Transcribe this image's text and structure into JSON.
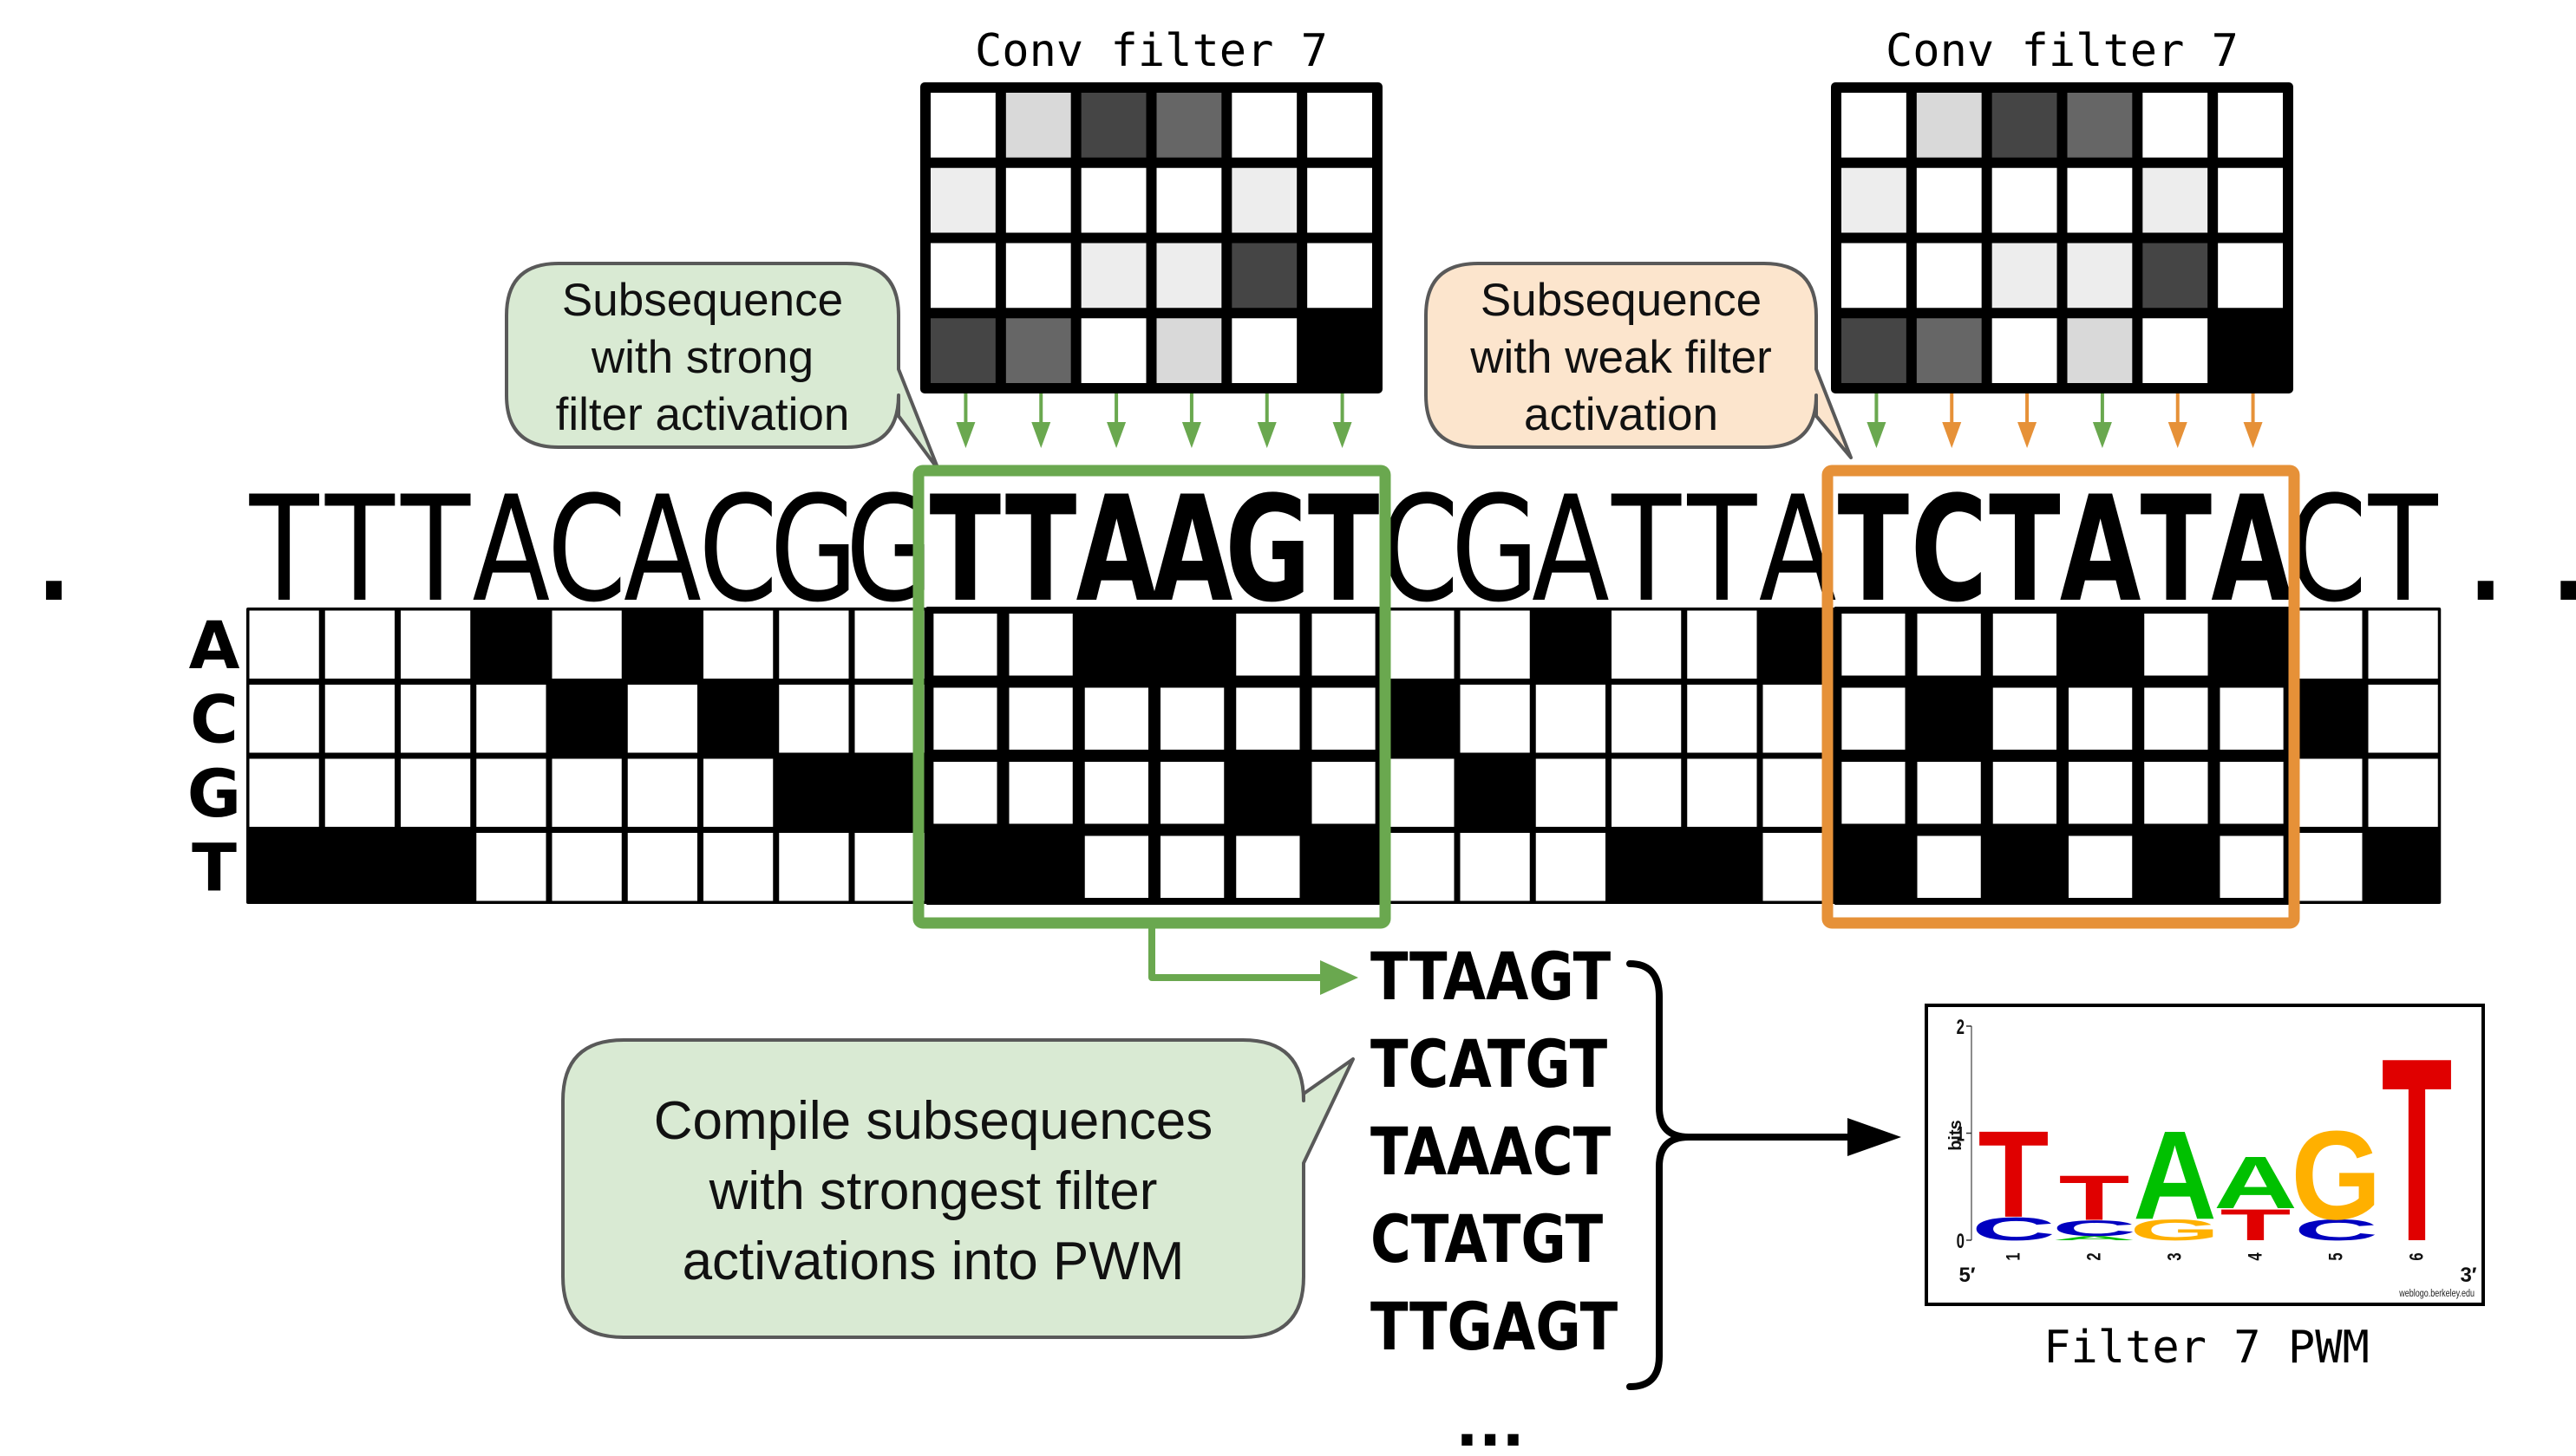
{
  "figure": {
    "leading_ellipsis": "...",
    "trailing_ellipsis": "..",
    "sequence": "TTTACACGGTTAAGTCGATTATCTATACT",
    "nucleotides": [
      "A",
      "C",
      "G",
      "T"
    ],
    "strong_window": {
      "start": 9,
      "length": 6,
      "text": "TTAAGT"
    },
    "weak_window": {
      "start": 21,
      "length": 6,
      "text": "TCTATA"
    },
    "colors": {
      "strong": "#6aa84f",
      "weak": "#e69138",
      "strong_bubble_fill": "#d9ead3",
      "weak_bubble_fill": "#fce5cd",
      "bubble_stroke": "#595959",
      "cell_on": "#000000",
      "cell_off": "#ffffff"
    }
  },
  "filters": [
    {
      "title": "Conv filter 7",
      "arrow_matches": [
        true,
        true,
        true,
        true,
        true,
        true
      ]
    },
    {
      "title": "Conv filter 7",
      "arrow_matches": [
        true,
        false,
        false,
        true,
        false,
        false
      ]
    }
  ],
  "filter_weights": {
    "rows": [
      "A",
      "C",
      "G",
      "T"
    ],
    "intensity": [
      [
        0.0,
        0.15,
        0.73,
        0.6,
        0.0,
        0.0
      ],
      [
        0.07,
        0.0,
        0.0,
        0.0,
        0.07,
        0.0
      ],
      [
        0.0,
        0.0,
        0.07,
        0.07,
        0.73,
        0.0
      ],
      [
        0.73,
        0.6,
        0.0,
        0.15,
        0.0,
        1.0
      ]
    ]
  },
  "bubbles": {
    "strong": [
      "Subsequence",
      "with strong",
      "filter activation"
    ],
    "weak": [
      "Subsequence",
      "with weak filter",
      "activation"
    ],
    "compile": [
      "Compile subsequences",
      "with strongest filter",
      "activations into PWM"
    ]
  },
  "top_subsequences": [
    "TTAAGT",
    "TCATGT",
    "TAAACT",
    "CTATGT",
    "TTGAGT"
  ],
  "top_subsequences_more": "...",
  "pwm": {
    "caption": "Filter 7 PWM",
    "ylabel": "bits",
    "yticks": [
      "0",
      "1",
      "2"
    ],
    "five_prime": "5′",
    "three_prime": "3′",
    "credit": "weblogo.berkeley.edu",
    "positions": [
      "1",
      "2",
      "3",
      "4",
      "5",
      "6"
    ],
    "letter_colors": {
      "A": "#00c000",
      "C": "#0000c0",
      "G": "#ffb000",
      "T": "#e00000"
    }
  },
  "chart_data": {
    "type": "sequence-logo",
    "title": "Filter 7 PWM",
    "xlabel": "",
    "ylabel": "bits",
    "ylim": [
      0,
      2
    ],
    "categories": [
      "1",
      "2",
      "3",
      "4",
      "5",
      "6"
    ],
    "stacks": [
      [
        {
          "letter": "C",
          "bits": 0.22
        },
        {
          "letter": "T",
          "bits": 0.83
        }
      ],
      [
        {
          "letter": "A",
          "bits": 0.04
        },
        {
          "letter": "C",
          "bits": 0.15
        },
        {
          "letter": "T",
          "bits": 0.43
        }
      ],
      [
        {
          "letter": "G",
          "bits": 0.2
        },
        {
          "letter": "A",
          "bits": 0.85
        }
      ],
      [
        {
          "letter": "T",
          "bits": 0.3
        },
        {
          "letter": "A",
          "bits": 0.5
        }
      ],
      [
        {
          "letter": "C",
          "bits": 0.2
        },
        {
          "letter": "G",
          "bits": 0.85
        }
      ],
      [
        {
          "letter": "T",
          "bits": 1.76
        }
      ]
    ]
  }
}
